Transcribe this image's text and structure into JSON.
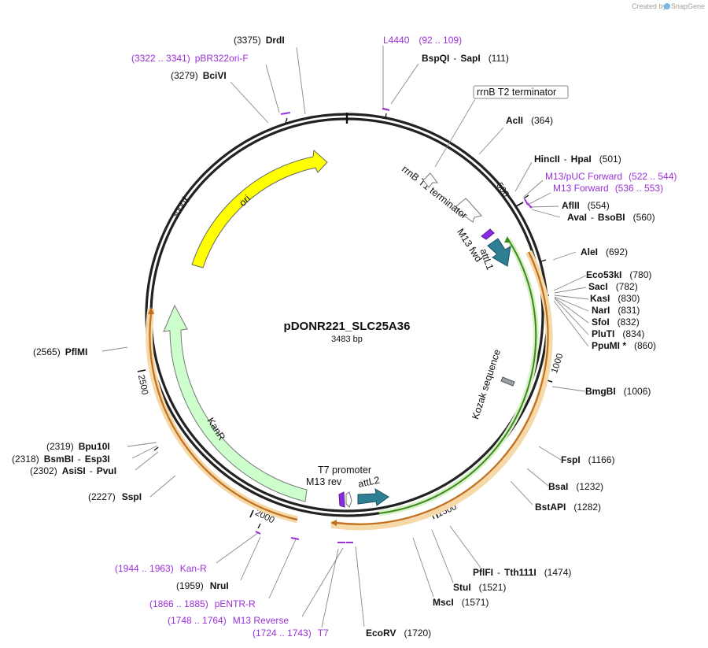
{
  "credit": {
    "prefix": "Created by",
    "brand": "SnapGene"
  },
  "plasmid": {
    "name": "pDONR221_SLC25A36",
    "size_label": "3483 bp",
    "length": 3483
  },
  "colors": {
    "primer": "#9b30d9",
    "ori": "#ffff00",
    "kanR": "#ccffcc",
    "attL": "#2e7f94",
    "primer_feature": "#8a2be2",
    "orange": "#e8a040",
    "green_line": "#3a8a1a"
  },
  "ticks": [
    "500",
    "1000",
    "1500",
    "2000",
    "2500",
    "3000"
  ],
  "features": [
    {
      "name": "ori",
      "label": "ori"
    },
    {
      "name": "KanR",
      "label": "KanR"
    },
    {
      "name": "attL1",
      "label": "attL1"
    },
    {
      "name": "attL2",
      "label": "attL2"
    },
    {
      "name": "rrnB-T1",
      "label": "rrnB T1 terminator"
    },
    {
      "name": "rrnB-T2",
      "label": "rrnB T2 terminator"
    },
    {
      "name": "M13fwd",
      "label": "M13 fwd"
    },
    {
      "name": "M13rev",
      "label": "M13 rev"
    },
    {
      "name": "T7prom",
      "label": "T7 promoter"
    },
    {
      "name": "kozak",
      "label": "Kozak sequence"
    }
  ],
  "labels": [
    {
      "key": "drdi",
      "pos": "(3375)",
      "name": "DrdI",
      "kind": "enzyme"
    },
    {
      "key": "pbr322",
      "pos": "(3322 .. 3341)",
      "name": "pBR322ori-F",
      "kind": "primer"
    },
    {
      "key": "bcivi",
      "pos": "(3279)",
      "name": "BciVI",
      "kind": "enzyme"
    },
    {
      "key": "l4440",
      "pos": "(92 .. 109)",
      "name": "L4440",
      "kind": "primer"
    },
    {
      "key": "bspqi",
      "pos": "(111)",
      "name": "BspQI",
      "name2": "SapI",
      "kind": "enzyme"
    },
    {
      "key": "acli",
      "pos": "(364)",
      "name": "AclI",
      "kind": "enzyme"
    },
    {
      "key": "hincii",
      "pos": "(501)",
      "name": "HincII",
      "name2": "HpaI",
      "kind": "enzyme"
    },
    {
      "key": "m13puc",
      "pos": "(522 .. 544)",
      "name": "M13/pUC Forward",
      "kind": "primer"
    },
    {
      "key": "m13f",
      "pos": "(536 .. 553)",
      "name": "M13 Forward",
      "kind": "primer"
    },
    {
      "key": "aflii",
      "pos": "(554)",
      "name": "AflII",
      "kind": "enzyme"
    },
    {
      "key": "avai",
      "pos": "(560)",
      "name": "AvaI",
      "name2": "BsoBI",
      "kind": "enzyme"
    },
    {
      "key": "alei",
      "pos": "(692)",
      "name": "AleI",
      "kind": "enzyme"
    },
    {
      "key": "eco53ki",
      "pos": "(780)",
      "name": "Eco53kI",
      "kind": "enzyme"
    },
    {
      "key": "saci",
      "pos": "(782)",
      "name": "SacI",
      "kind": "enzyme"
    },
    {
      "key": "kasi",
      "pos": "(830)",
      "name": "KasI",
      "kind": "enzyme"
    },
    {
      "key": "nari",
      "pos": "(831)",
      "name": "NarI",
      "kind": "enzyme"
    },
    {
      "key": "sfoi",
      "pos": "(832)",
      "name": "SfoI",
      "kind": "enzyme"
    },
    {
      "key": "pluti",
      "pos": "(834)",
      "name": "PluTI",
      "kind": "enzyme"
    },
    {
      "key": "ppumi",
      "pos": "(860)",
      "name": "PpuMI *",
      "kind": "enzyme"
    },
    {
      "key": "bmgbi",
      "pos": "(1006)",
      "name": "BmgBI",
      "kind": "enzyme"
    },
    {
      "key": "fspi",
      "pos": "(1166)",
      "name": "FspI",
      "kind": "enzyme"
    },
    {
      "key": "bsai",
      "pos": "(1232)",
      "name": "BsaI",
      "kind": "enzyme"
    },
    {
      "key": "bstapi",
      "pos": "(1282)",
      "name": "BstAPI",
      "kind": "enzyme"
    },
    {
      "key": "pflfi",
      "pos": "(1474)",
      "name": "PflFI",
      "name2": "Tth111I",
      "kind": "enzyme"
    },
    {
      "key": "stui",
      "pos": "(1521)",
      "name": "StuI",
      "kind": "enzyme"
    },
    {
      "key": "msci",
      "pos": "(1571)",
      "name": "MscI",
      "kind": "enzyme"
    },
    {
      "key": "ecorv",
      "pos": "(1720)",
      "name": "EcoRV",
      "kind": "enzyme"
    },
    {
      "key": "t7",
      "pos": "(1724 .. 1743)",
      "name": "T7",
      "kind": "primer"
    },
    {
      "key": "m13rev",
      "pos": "(1748 .. 1764)",
      "name": "M13 Reverse",
      "kind": "primer"
    },
    {
      "key": "pentr",
      "pos": "(1866 .. 1885)",
      "name": "pENTR-R",
      "kind": "primer"
    },
    {
      "key": "nrui",
      "pos": "(1959)",
      "name": "NruI",
      "kind": "enzyme"
    },
    {
      "key": "kanr",
      "pos": "(1944 .. 1963)",
      "name": "Kan-R",
      "kind": "primer"
    },
    {
      "key": "sspi",
      "pos": "(2227)",
      "name": "SspI",
      "kind": "enzyme"
    },
    {
      "key": "asisi",
      "pos": "(2302)",
      "name": "AsiSI",
      "name2": "PvuI",
      "kind": "enzyme"
    },
    {
      "key": "bsmbi",
      "pos": "(2318)",
      "name": "BsmBI",
      "name2": "Esp3I",
      "kind": "enzyme"
    },
    {
      "key": "bpu10i",
      "pos": "(2319)",
      "name": "Bpu10I",
      "kind": "enzyme"
    },
    {
      "key": "pflmi",
      "pos": "(2565)",
      "name": "PflMI",
      "kind": "enzyme"
    }
  ]
}
